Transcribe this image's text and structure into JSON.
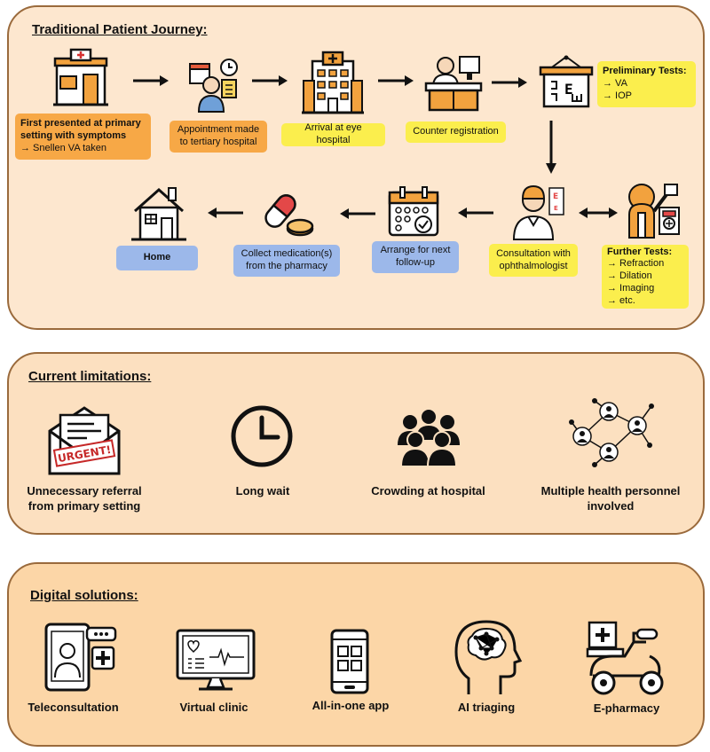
{
  "journey": {
    "title": "Traditional Patient Journey:",
    "steps": {
      "primary": {
        "line1": "First presented at primary setting with symptoms",
        "line2": "→ Snellen VA taken"
      },
      "appointment": "Appointment made to tertiary hospital",
      "arrival": "Arrival at eye hospital",
      "counter": "Counter registration",
      "preliminary": {
        "title": "Preliminary Tests:",
        "items": [
          "→ VA",
          "→ IOP"
        ]
      },
      "consultation": "Consultation with ophthalmologist",
      "further": {
        "title": "Further Tests:",
        "items": [
          "→ Refraction",
          "→ Dilation",
          "→ Imaging",
          "→ etc."
        ]
      },
      "followup": "Arrange for next follow-up",
      "pharmacy": "Collect medication(s) from the pharmacy",
      "home": "Home"
    },
    "icon_text": {
      "urgent": "URGENT!",
      "chart_e": "E"
    }
  },
  "limitations": {
    "title": "Current limitations:",
    "items": [
      {
        "label": "Unnecessary referral from primary setting",
        "icon": "urgent-envelope-icon"
      },
      {
        "label": "Long wait",
        "icon": "clock-icon"
      },
      {
        "label": "Crowding at hospital",
        "icon": "crowd-icon"
      },
      {
        "label": "Multiple health personnel involved",
        "icon": "network-people-icon"
      }
    ]
  },
  "digital": {
    "title": "Digital solutions:",
    "items": [
      {
        "label": "Teleconsultation",
        "icon": "tablet-doctor-icon"
      },
      {
        "label": "Virtual clinic",
        "icon": "monitor-heartbeat-icon"
      },
      {
        "label": "All-in-one app",
        "icon": "smartphone-app-icon"
      },
      {
        "label": "AI triaging",
        "icon": "ai-brain-head-icon"
      },
      {
        "label": "E-pharmacy",
        "icon": "scooter-delivery-icon"
      }
    ]
  },
  "colors": {
    "orange": "#f7a846",
    "yellow": "#fbee4d",
    "blue": "#9cb8ea",
    "panel_border": "#9a6a3c"
  }
}
